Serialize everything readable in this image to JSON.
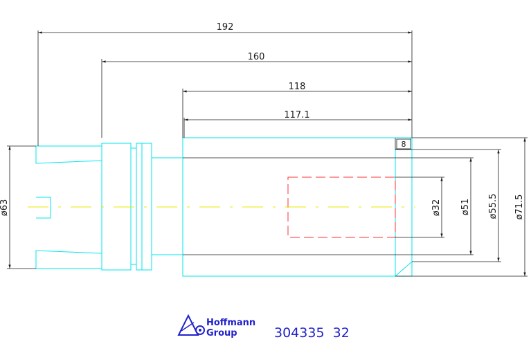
{
  "drawing": {
    "dimensions": {
      "overall_length": "192",
      "body_length": "160",
      "bore_depth": "118",
      "bore_depth_inner": "117.1",
      "front_step": "8",
      "dia_collet": "ø63",
      "dia_bore": "ø32",
      "dia_inner": "ø51",
      "dia_outer": "ø55.5",
      "dia_max": "ø71.5"
    },
    "colors": {
      "outline": "#00e5ee",
      "centerline": "#e8e800",
      "hidden": "#ff3030",
      "dimension": "#1a1a1a",
      "brand": "#2222cc"
    }
  },
  "titleblock": {
    "logo_line1": "Hoffmann",
    "logo_line2": "Group",
    "part_number": "304335  32"
  }
}
